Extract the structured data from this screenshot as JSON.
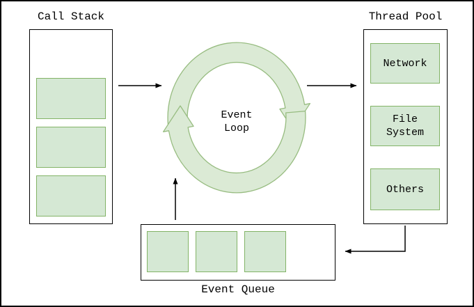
{
  "colors": {
    "box_fill": "#d5e8d4",
    "box_border": "#82b366",
    "ring_fill": "#dbead5",
    "ring_border": "#97bc80",
    "line_color": "#000000",
    "frame_color": "#000000",
    "text_color": "#000000"
  },
  "call_stack": {
    "label": "Call Stack",
    "frame_count": 3
  },
  "event_loop": {
    "label_line1": "Event",
    "label_line2": "Loop"
  },
  "thread_pool": {
    "label": "Thread Pool",
    "workers": [
      {
        "label": "Network"
      },
      {
        "label": "File System"
      },
      {
        "label": "Others"
      }
    ]
  },
  "event_queue": {
    "label": "Event Queue",
    "item_count": 3
  }
}
